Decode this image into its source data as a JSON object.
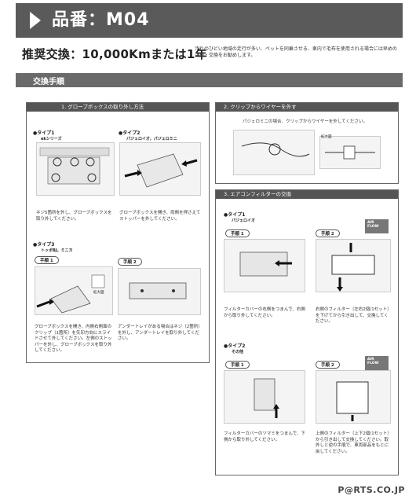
{
  "header": {
    "title": "品番：M04"
  },
  "recommend": {
    "main": "推奨交換：10,000Kmまたは1年",
    "note": "汚れのひどい地域の走行が多い、ペットを同乗させる、車内で毛布を使用される場合には早めの点検・交換をお勧めします。"
  },
  "section": {
    "title": "交換手順"
  },
  "box1": {
    "title": "1.  グローブボックスの取り外し方法",
    "type1": {
      "label": "●タイプ1",
      "models": "ekシリーズ",
      "text": "ネジ5箇所を外し、グローブボックスを取り外してください。"
    },
    "type2": {
      "label": "●タイプ2",
      "models": "パジェロイオ，パジェロミニ",
      "text": "グローブボックスを開き、両側を押さえてストッパーを外してください。"
    },
    "type3": {
      "label": "●タイプ3",
      "models": "トッポBJ，ミニカ",
      "step1": "手順 1",
      "step2": "手順 2",
      "zoom": "拡大図",
      "text1": "グローブボックスを開き、内側右側面のクリップ（1箇所）を矢印方向にスライドさせて外してください。左側のストッパーを外し、グローブボックスを取り外してください。",
      "text2": "アンダートレイがある場合はネジ（2箇所）を外し、アンダートレイを取り外してください。"
    }
  },
  "box2": {
    "title": "2.  クリップからワイヤーを外す",
    "text": "パジェロミニの場合、クリップからワイヤーを外してください。",
    "zoom": "拡大図"
  },
  "box3": {
    "title": "3.  エアコンフィルターの交換",
    "airflow": "AIR FLOW",
    "type1": {
      "label": "●タイプ1",
      "models": "パジェロイオ",
      "step1": "手順 1",
      "step2": "手順 2",
      "text1": "フィルターカバーの右側をつまんで、右側から取り外してください。",
      "text2": "右側のフィルター（左右2個/1セット）を下げてから引き出して、交換してください。"
    },
    "type2": {
      "label": "●タイプ2",
      "models": "その他",
      "step1": "手順 1",
      "step2": "手順 2",
      "text1": "フィルターカバーのツマミをつまんで、下側から取り外してください。",
      "text2": "上側のフィルター（上下2個/1セット）から引き出して交換してください。取外しと逆の手順で、車両部品をもとに戻してください。"
    }
  },
  "footer": {
    "logo": "P@RTS.CO.JP"
  }
}
